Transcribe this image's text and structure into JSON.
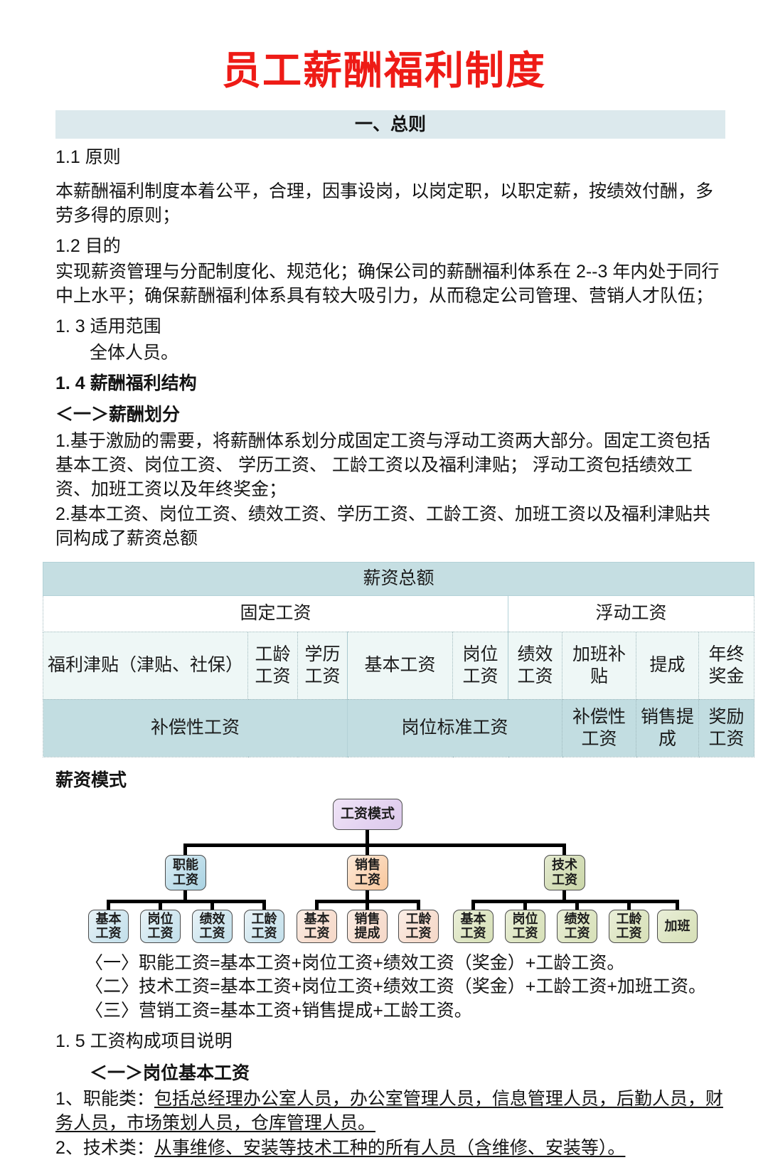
{
  "document": {
    "title": "员工薪酬福利制度",
    "title_color": "#ee1b16",
    "section_band": "一、总则",
    "band_color": "#dce9ed"
  },
  "sections": {
    "s11_heading": "1.1 原则",
    "s11_body": "本薪酬福利制度本着公平，合理，因事设岗，以岗定职，以职定薪，按绩效付酬，多劳多得的原则；",
    "s12_heading": "1.2  目的",
    "s12_body": "实现薪资管理与分配制度化、规范化；确保公司的薪酬福利体系在 2--3 年内处于同行中上水平；确保薪酬福利体系具有较大吸引力，从而稳定公司管理、营销人才队伍；",
    "s13_heading": "1. 3  适用范围",
    "s13_body": "全体人员。",
    "s14_heading": "1. 4  薪酬福利结构",
    "s14_sub1": "＜一＞薪酬划分",
    "s14_p1": "1.基于激励的需要，将薪酬体系划分成固定工资与浮动工资两大部分。固定工资包括基本工资、岗位工资、 学历工资、 工龄工资以及福利津贴； 浮动工资包括绩效工资、加班工资以及年终奖金；",
    "s14_p2": "2.基本工资、岗位工资、绩效工资、学历工资、工龄工资、加班工资以及福利津贴共同构成了薪资总额",
    "mode_label": "薪资模式",
    "s15_heading": "1. 5  工资构成项目说明",
    "s15_sub1": "＜一＞岗位基本工资",
    "s15_item1_prefix": "1、职能类：",
    "s15_item1_body": "包括总经理办公室人员，办公室管理人员，信息管理人员，后勤人员，财务人员，市场策划人员，仓库管理人员。",
    "s15_item2_prefix": "2、技术类：",
    "s15_item2_body": "从事维修、安装等技术工种的所有人员（含维修、安装等）。"
  },
  "salary_table": {
    "row_total": "薪资总额",
    "row_fixed": [
      "固定工资",
      "浮动工资"
    ],
    "row_items": [
      "福利津贴（津贴、社保）",
      "工龄工资",
      "学历工资",
      "基本工资",
      "岗位工资",
      "绩效工资",
      "加班补贴",
      "提成",
      "年终奖金"
    ],
    "row_class": [
      "补偿性工资",
      "岗位标准工资",
      "补偿性工资",
      "销售提成",
      "奖励工资"
    ],
    "colors": {
      "header": "#c5dee2",
      "items": "#eef7f6",
      "class": "#c2dde1"
    }
  },
  "chart_data": {
    "type": "diagram",
    "title": "薪资模式",
    "root": "工资模式",
    "branches": [
      {
        "name": "职能\n工资",
        "label": "职能工资",
        "color": "#b9dbe8",
        "children": [
          "基本\n工资",
          "岗位\n工资",
          "绩效\n工资",
          "工龄\n工资"
        ]
      },
      {
        "name": "销售\n工资",
        "label": "销售工资",
        "color": "#fad2b0",
        "children": [
          "基本\n工资",
          "销售\n提成",
          "工龄\n工资"
        ]
      },
      {
        "name": "技术\n工资",
        "label": "技术工资",
        "color": "#d2dcb4",
        "children": [
          "基本\n工资",
          "岗位\n工资",
          "绩效\n工资",
          "工龄\n工资",
          "加班"
        ]
      }
    ],
    "nodes": {
      "root": "工资模式",
      "b1": "职能\n工资",
      "b2": "销售\n工资",
      "b3": "技术\n工资",
      "b1c1": "基本\n工资",
      "b1c2": "岗位\n工资",
      "b1c3": "绩效\n工资",
      "b1c4": "工龄\n工资",
      "b2c1": "基本\n工资",
      "b2c2": "销售\n提成",
      "b2c3": "工龄\n工资",
      "b3c1": "基本\n工资",
      "b3c2": "岗位\n工资",
      "b3c3": "绩效\n工资",
      "b3c4": "工龄\n工资",
      "b3c5": "加班"
    }
  },
  "formulas": [
    "〈一〉职能工资=基本工资+岗位工资+绩效工资（奖金）+工龄工资。",
    "〈二〉技术工资=基本工资+岗位工资+绩效工资（奖金）+工龄工资+加班工资。",
    "〈三〉营销工资=基本工资+销售提成+工龄工资。"
  ]
}
